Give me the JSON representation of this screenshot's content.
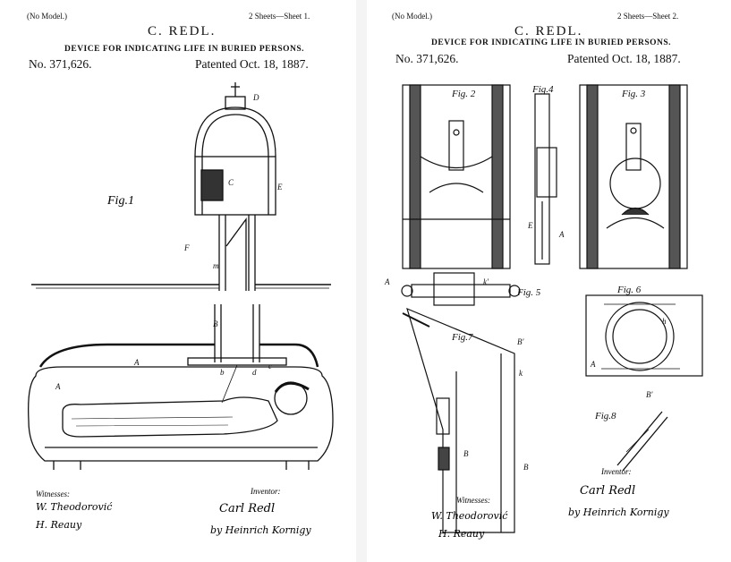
{
  "sheet1": {
    "model_note": "(No Model.)",
    "sheet_count": "2 Sheets—Sheet 1.",
    "inventor_name": "C. REDL.",
    "title": "DEVICE FOR INDICATING LIFE IN BURIED PERSONS.",
    "patent_number": "No. 371,626.",
    "patent_date": "Patented Oct. 18, 1887.",
    "fig_label": "Fig.1",
    "witnesses_label": "Witnesses:",
    "witness_1": "W. Theodorović",
    "witness_2": "H. Reauy",
    "inventor_label": "Inventor:",
    "inventor_signature": "Carl Redl",
    "attorney_signature": "by Heinrich Kornigy"
  },
  "sheet2": {
    "model_note": "(No Model.)",
    "sheet_count": "2 Sheets—Sheet 2.",
    "inventor_name": "C. REDL.",
    "title": "DEVICE FOR INDICATING LIFE IN BURIED PERSONS.",
    "patent_number": "No. 371,626.",
    "patent_date": "Patented Oct. 18, 1887.",
    "fig2_label": "Fig. 2",
    "fig3_label": "Fig. 3",
    "fig4_label": "Fig.4",
    "fig5_label": "Fig. 5",
    "fig6_label": "Fig. 6",
    "fig7_label": "Fig.7",
    "fig8_label": "Fig.8",
    "witnesses_label": "Witnesses:",
    "witness_1": "W. Theodorović",
    "witness_2": "H. Reauy",
    "inventor_label": "Inventor:",
    "inventor_signature": "Carl Redl",
    "attorney_signature": "by Heinrich Kornigy"
  }
}
